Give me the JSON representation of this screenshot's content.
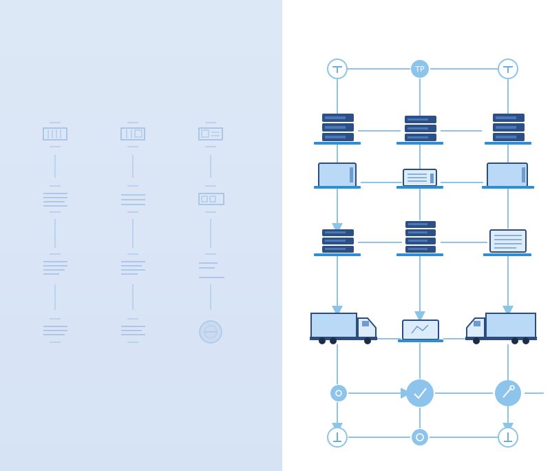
{
  "colors": {
    "left_bg": "#d9e5f6",
    "link": "#8cc4e8",
    "server_dark": "#2c4f86",
    "server_light": "#4b78b6",
    "screen": "#b9d9f6",
    "platform": "#2f8ed3",
    "truck_cab": "#2d4c7e"
  },
  "diagram": {
    "top_nodes": [
      {
        "id": "top-left",
        "icon": "tee-icon",
        "label": ""
      },
      {
        "id": "top-mid",
        "icon": "tp-icon",
        "label": "TP"
      },
      {
        "id": "top-right",
        "icon": "tee-icon",
        "label": ""
      }
    ],
    "bottom_hubs": [
      {
        "id": "hub-left",
        "icon": "gear-icon"
      },
      {
        "id": "hub-mid",
        "icon": "check-icon"
      },
      {
        "id": "hub-right",
        "icon": "wrench-icon"
      }
    ],
    "bottom_nodes": [
      {
        "id": "bottom-left",
        "icon": "arrow-down-icon"
      },
      {
        "id": "bottom-mid",
        "icon": "refresh-icon"
      },
      {
        "id": "bottom-right",
        "icon": "arrow-down-icon"
      }
    ]
  }
}
